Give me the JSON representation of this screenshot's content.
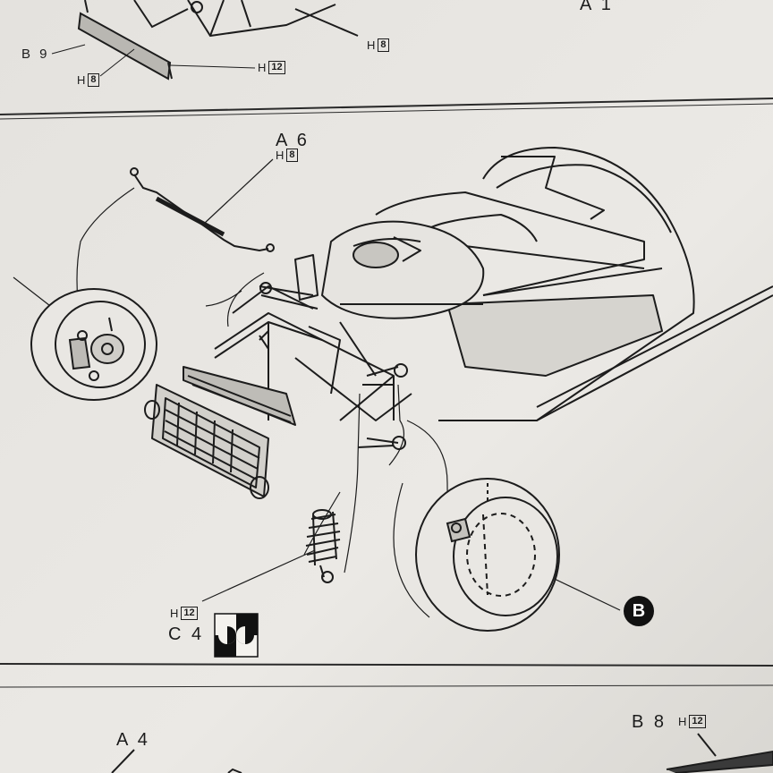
{
  "top": {
    "a1": "A 1",
    "b9": "B 9",
    "h": "H",
    "h8_left_num": "8",
    "h12_num": "12",
    "h8_right_num": "8"
  },
  "main": {
    "a6": "A 6",
    "h": "H",
    "a6_h_num": "8",
    "h12_num": "12",
    "c4": "C 4",
    "callout_b": "B"
  },
  "bottom": {
    "a4": "A 4",
    "b8": "B 8",
    "h": "H",
    "b8_h_num": "12"
  },
  "colors": {
    "paper": "#e8e6e2",
    "ink": "#1c1c1c",
    "shadow": "#cfcdc8"
  }
}
